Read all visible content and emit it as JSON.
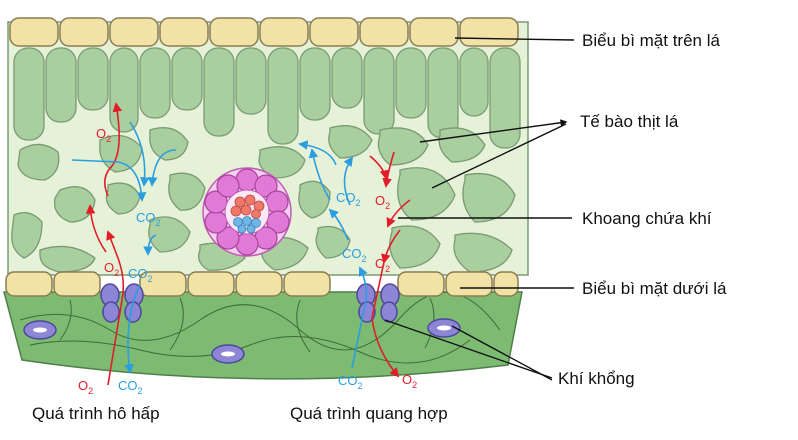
{
  "labels": {
    "upper_epidermis": "Biểu bì mặt trên lá",
    "mesophyll": "Tế bào thịt lá",
    "air_space": "Khoang chứa khí",
    "lower_epidermis": "Biểu bì mặt dưới lá",
    "stoma": "Khí khổng"
  },
  "captions": {
    "respiration": "Quá trình hô hấp",
    "photosynthesis": "Quá trình quang hợp"
  },
  "gases": {
    "o2": "O",
    "co2": "CO",
    "subscript": "2"
  },
  "colors": {
    "epidermis": "#f2e2a6",
    "mesophyll": "#a9cf9f",
    "leaf_background": "#e6f2d8",
    "lower_tissue": "#7dbb72",
    "stoma": "#8d86d6",
    "vascular_ring": "#e07ad6",
    "oxygen_arrow": "#e21d2a",
    "carbon_dioxide_arrow": "#2a9ee0"
  }
}
